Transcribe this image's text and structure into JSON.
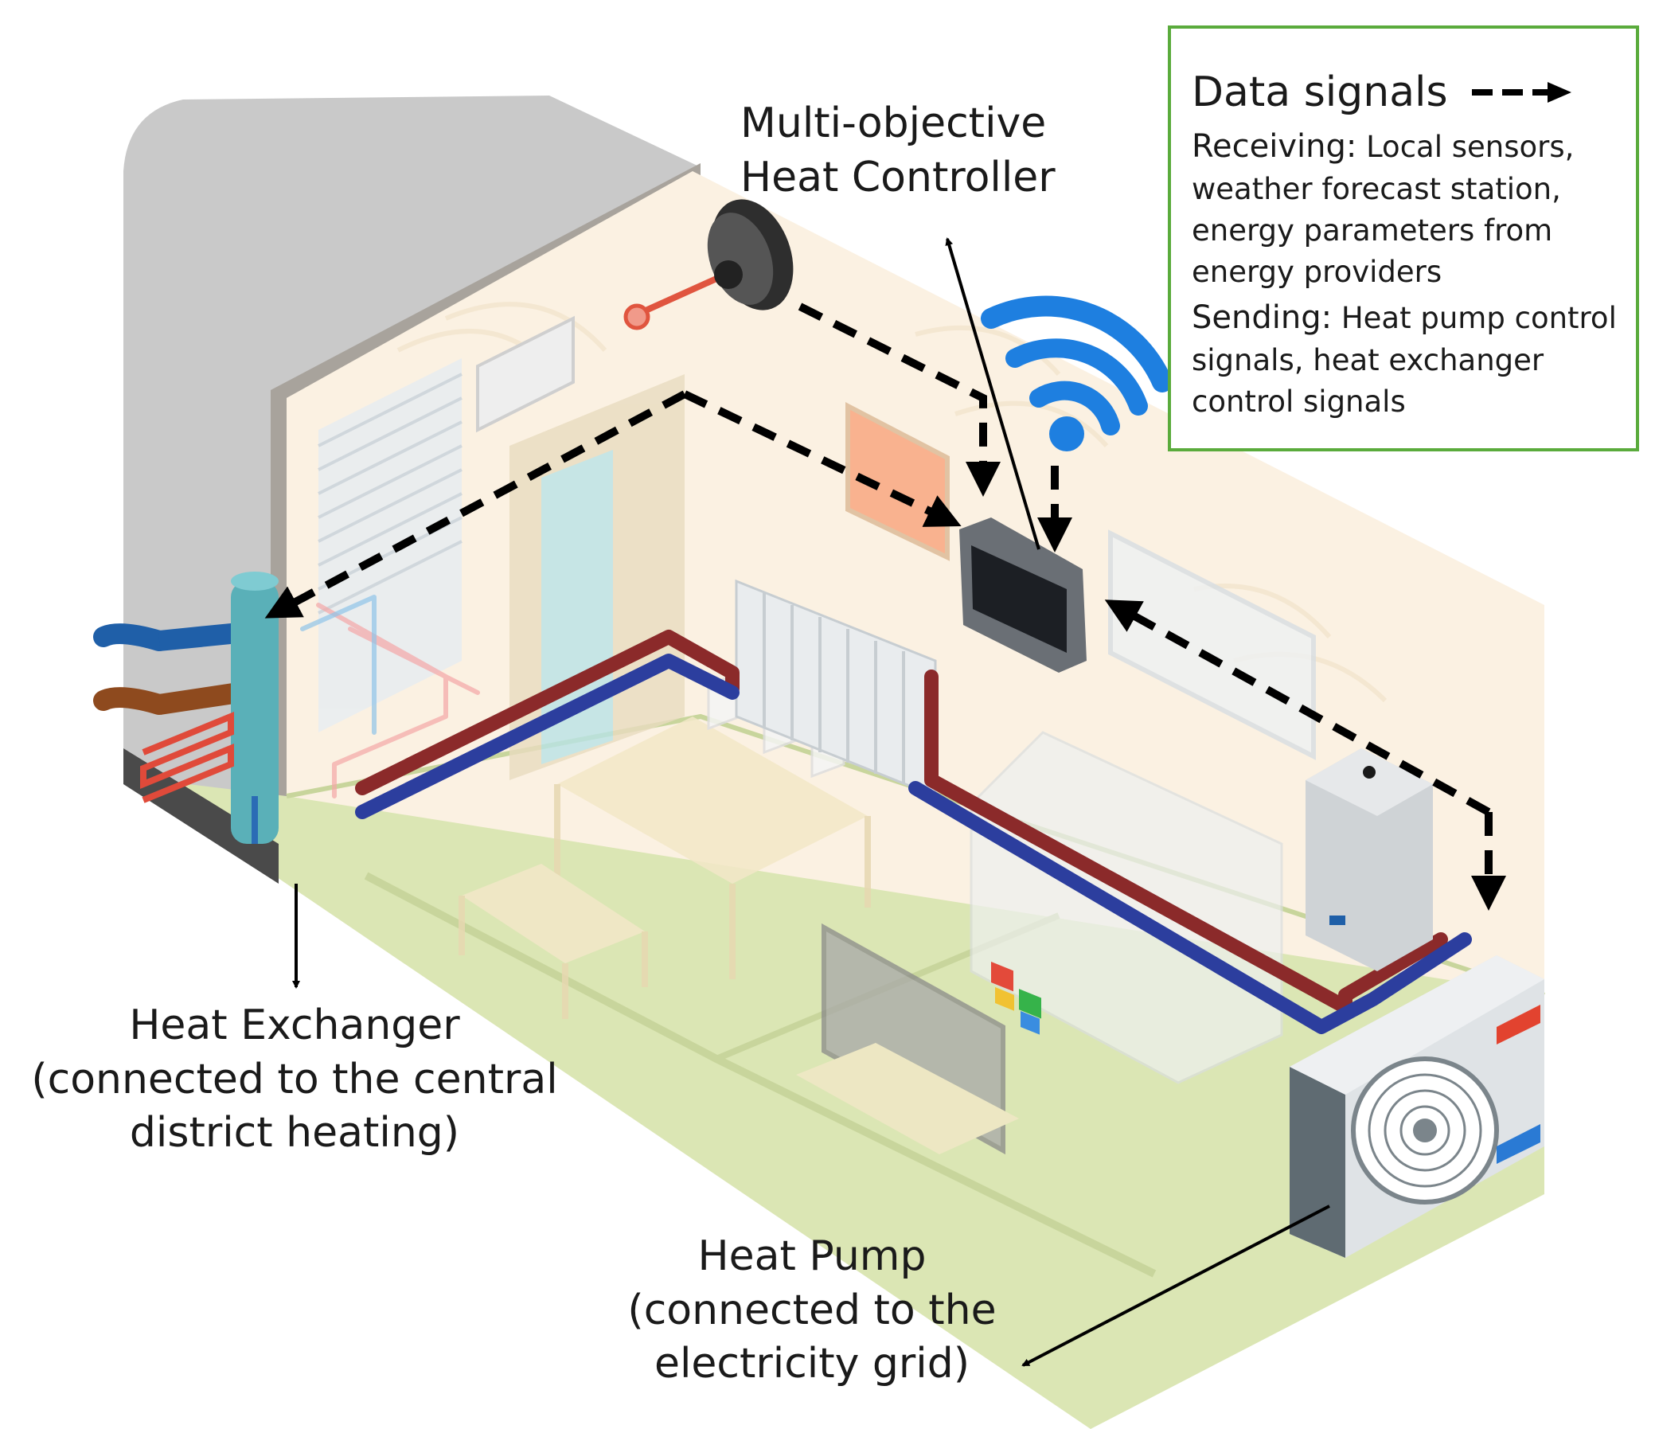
{
  "labels": {
    "controller": [
      "Multi-objective",
      "Heat Controller"
    ],
    "exchanger": [
      "Heat Exchanger",
      "(connected to the central",
      "district heating)"
    ],
    "pump": [
      "Heat Pump",
      "(connected to the",
      "electricity grid)"
    ]
  },
  "legend": {
    "title": "Data signals",
    "receiving_heading": "Receiving:",
    "receiving_text": "Local sensors, weather forecast station, energy parameters from energy providers",
    "sending_heading": "Sending:",
    "sending_text": "Heat pump control signals, heat exchanger control signals"
  },
  "colors": {
    "legend_border": "#5aab3c",
    "hot_pipe": "#8b2a2a",
    "cold_pipe": "#2c3e9e",
    "wifi": "#1e7fe0",
    "floor": "#dbe6b4",
    "wall": "#fbf1e2"
  }
}
